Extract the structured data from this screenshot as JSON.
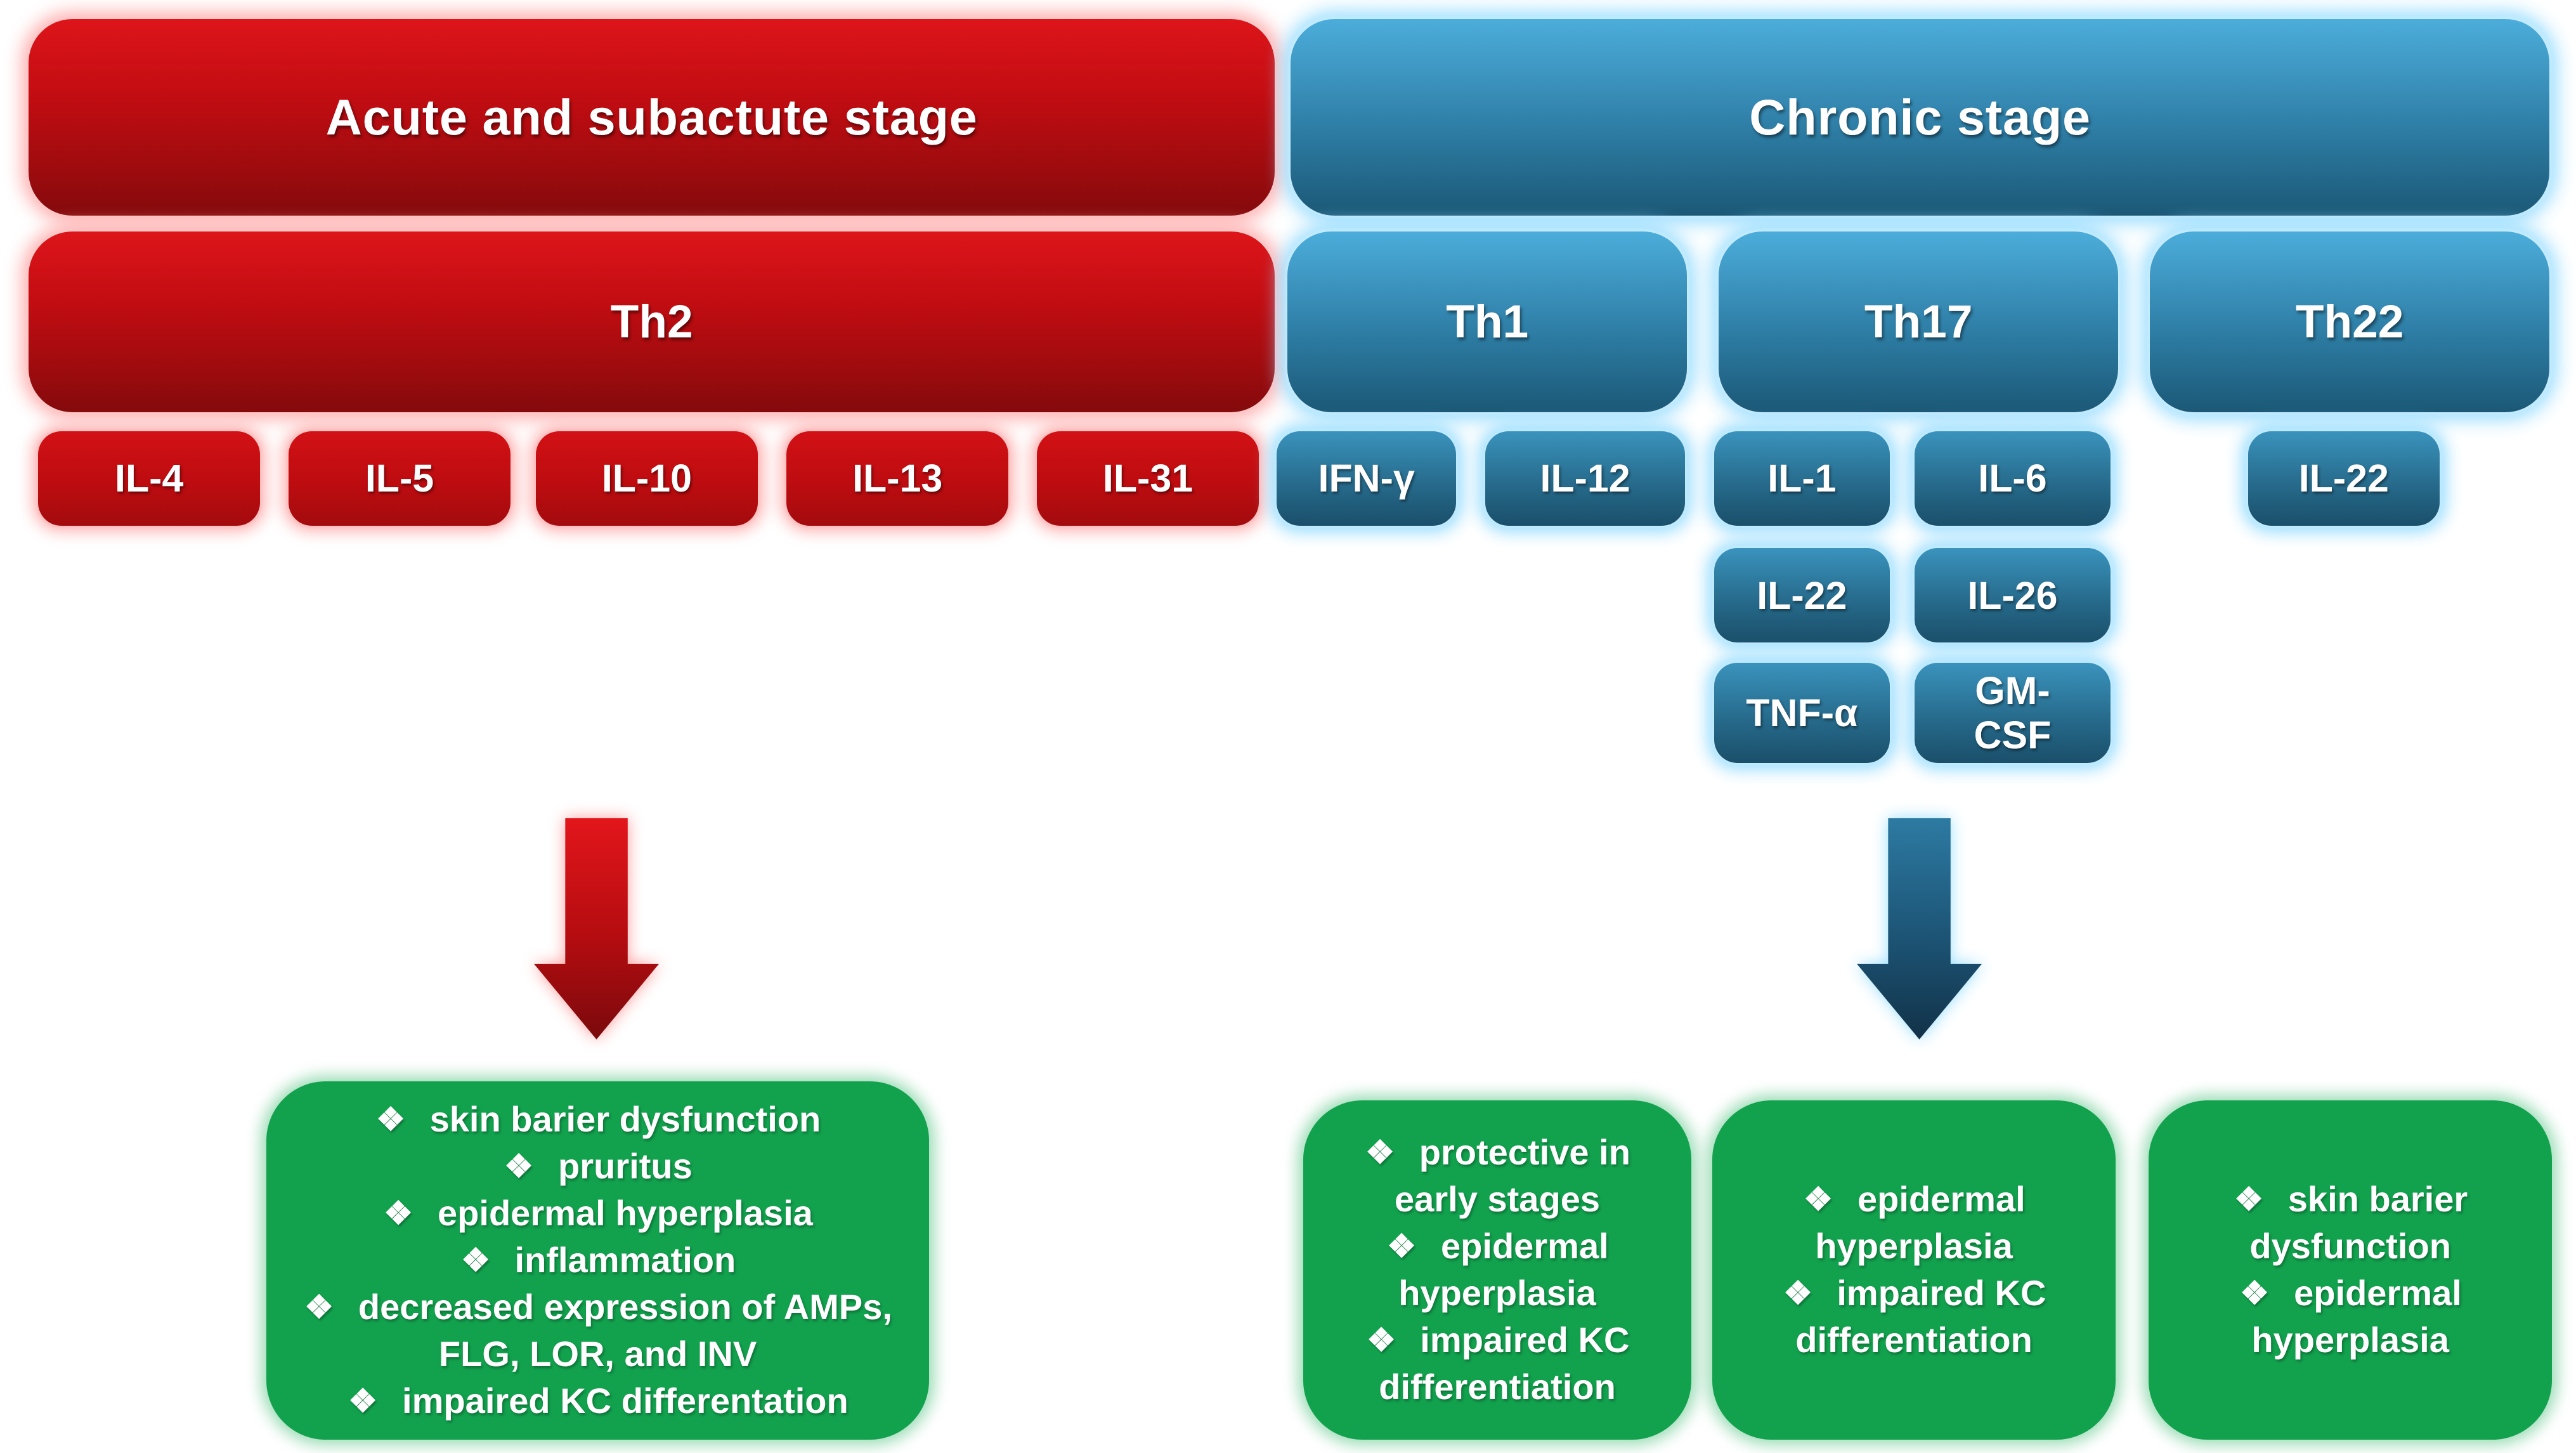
{
  "acute": {
    "title": "Acute and subactute stage",
    "cell": "Th2",
    "cytokines": [
      "IL-4",
      "IL-5",
      "IL-10",
      "IL-13",
      "IL-31"
    ]
  },
  "chronic": {
    "title": "Chronic stage",
    "cells": [
      {
        "name": "Th1"
      },
      {
        "name": "Th17"
      },
      {
        "name": "Th22"
      }
    ],
    "th1_cytokines": [
      "IFN-γ",
      "IL-12"
    ],
    "th17_cytokines": [
      "IL-1",
      "IL-6",
      "IL-22",
      "IL-26",
      "TNF-α",
      "GM-\nCSF"
    ],
    "th22_cytokines": [
      "IL-22"
    ]
  },
  "outcomes": [
    {
      "for": "Th2",
      "items": [
        "skin barier dysfunction",
        "pruritus",
        "epidermal hyperplasia",
        "inflammation",
        "decreased expression of AMPs, FLG, LOR, and INV",
        "impaired KC differentation"
      ]
    },
    {
      "for": "Th1",
      "items": [
        "protective in early stages",
        "epidermal hyperplasia",
        "impaired KC differentiation"
      ]
    },
    {
      "for": "Th17",
      "items": [
        "epidermal hyperplasia",
        "impaired KC differentiation"
      ]
    },
    {
      "for": "Th22",
      "items": [
        "skin barier dysfunction",
        "epidermal hyperplasia"
      ]
    }
  ],
  "icons": {
    "bullet": "❖",
    "acute_arrow": "red-down-arrow",
    "chronic_arrow": "blue-down-arrow"
  },
  "colors": {
    "acute_red": "#c30d12",
    "chronic_blue": "#2e7ea6",
    "outcome_green": "#12a24e",
    "text": "#ffffff"
  }
}
